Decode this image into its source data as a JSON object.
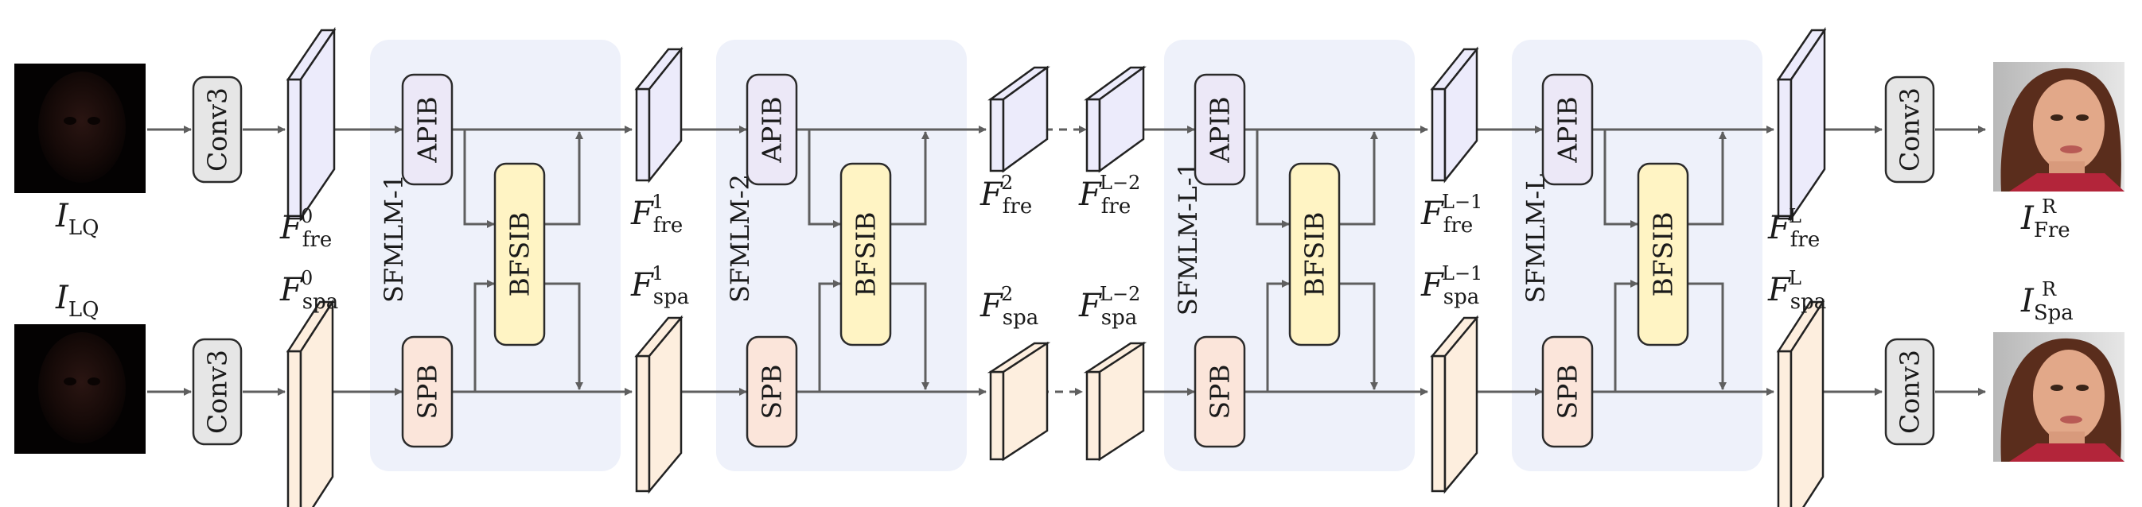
{
  "colors": {
    "module_bg": "#eef1fa",
    "conv_fill": "#e6e6e6",
    "apib_fill": "#ece8f7",
    "spb_fill": "#fbe5da",
    "bfsib_fill": "#fff4c4",
    "fre_cube": "#ecebfb",
    "spa_cube": "#fdeede",
    "line": "#5f5f5f"
  },
  "conv_label": "Conv3",
  "apib_label": "APIB",
  "spb_label": "SPB",
  "bfsib_label": "BFSIB",
  "modules": [
    {
      "label": "SFMLM-1"
    },
    {
      "label": "SFMLM-2"
    },
    {
      "label": "SFMLM-L-1"
    },
    {
      "label": "SFMLM-L"
    }
  ],
  "input_labels": {
    "top": {
      "main": "I",
      "sub": "LQ"
    },
    "bottom": {
      "main": "I",
      "sub": "LQ"
    }
  },
  "output_labels": {
    "top": {
      "main": "I",
      "sub": "Fre",
      "sup": "R"
    },
    "bottom": {
      "main": "I",
      "sub": "Spa",
      "sup": "R"
    }
  },
  "features": {
    "fre": [
      {
        "main": "F",
        "sub": "fre",
        "sup": "0"
      },
      {
        "main": "F",
        "sub": "fre",
        "sup": "1"
      },
      {
        "main": "F",
        "sub": "fre",
        "sup": "2"
      },
      {
        "main": "F",
        "sub": "fre",
        "sup": "L−2"
      },
      {
        "main": "F",
        "sub": "fre",
        "sup": "L−1"
      },
      {
        "main": "F",
        "sub": "fre",
        "sup": "L"
      }
    ],
    "spa": [
      {
        "main": "F",
        "sub": "spa",
        "sup": "0"
      },
      {
        "main": "F",
        "sub": "spa",
        "sup": "1"
      },
      {
        "main": "F",
        "sub": "spa",
        "sup": "2"
      },
      {
        "main": "F",
        "sub": "spa",
        "sup": "L−2"
      },
      {
        "main": "F",
        "sub": "spa",
        "sup": "L−1"
      },
      {
        "main": "F",
        "sub": "spa",
        "sup": "L"
      }
    ]
  }
}
